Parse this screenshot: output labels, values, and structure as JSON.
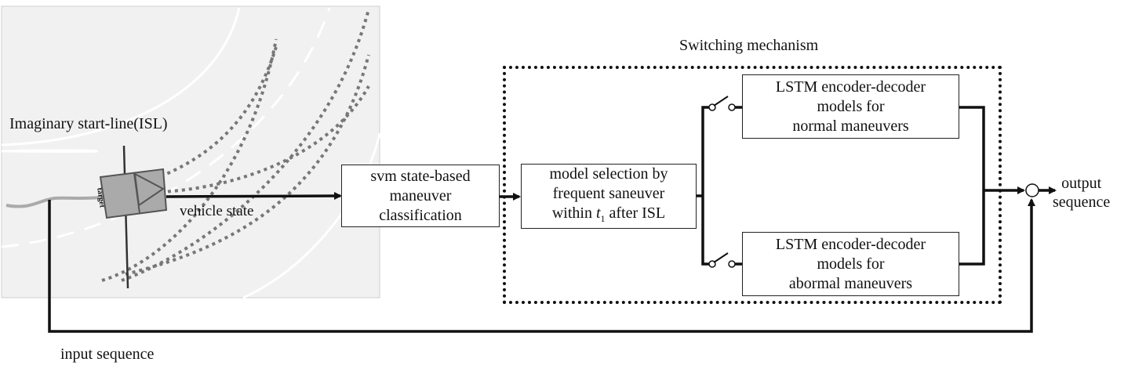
{
  "scene": {
    "isl_label": "Imaginary start-line(ISL)",
    "vehicle_label": "target",
    "vehicle_state_label": "vehicle state",
    "input_sequence_label": "input sequence"
  },
  "blocks": {
    "svm": "svm state-based\nmaneuver\nclassification",
    "model_selection_1": "model selection by",
    "model_selection_2": "frequent saneuver",
    "model_selection_3_pre": "within ",
    "model_selection_3_var": "t",
    "model_selection_3_sub": "1",
    "model_selection_3_post": " after ISL",
    "lstm_normal": "LSTM encoder-decoder\nmodels for\nnormal maneuvers",
    "lstm_abnormal": "LSTM encoder-decoder\nmodels for\nabormal maneuvers"
  },
  "switching_label": "Switching mechanism",
  "output_label": "output\nsequence"
}
